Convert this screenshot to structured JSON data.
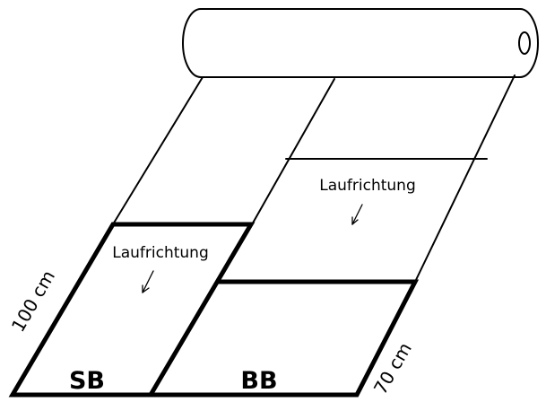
{
  "diagram": {
    "labels": {
      "direction_upper": "Laufrichtung",
      "direction_lower": "Laufrichtung",
      "dimension_left": "100 cm",
      "dimension_right": "70 cm",
      "piece_sb": "SB",
      "piece_bb": "BB"
    },
    "icons": {
      "roll": "paper-roll-icon",
      "direction_upper": "arrow-down-left-icon",
      "direction_lower": "arrow-down-left-icon"
    }
  }
}
